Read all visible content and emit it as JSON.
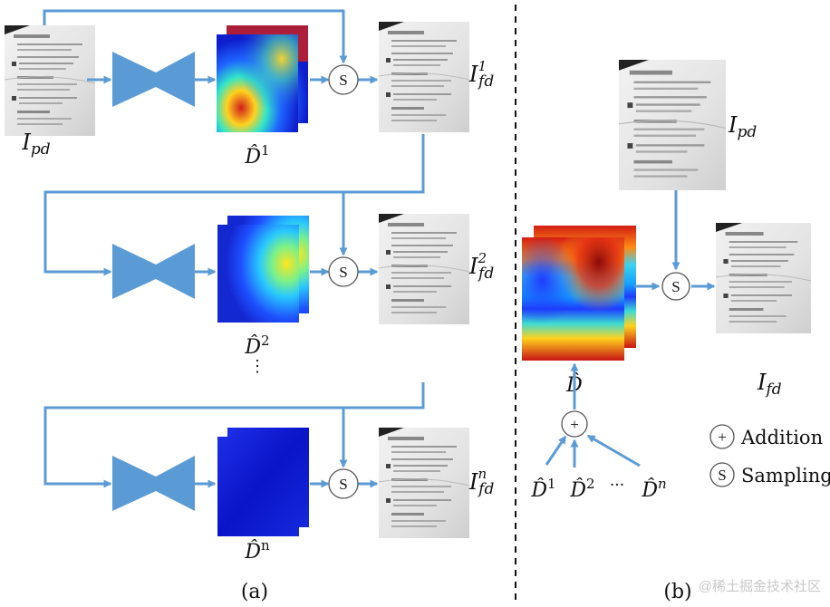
{
  "colors": {
    "arrow": "#5b9bd5",
    "encoder": "#5b9bd5",
    "paper": "#ececec",
    "ink": "#111111"
  },
  "panel_a": {
    "caption": "(a)",
    "rows": [
      {
        "input_label": "I",
        "input_sub": "pd",
        "map_label": "D̂",
        "map_sup": "1",
        "output_label": "I",
        "output_sup": "1",
        "output_sub": "fd"
      },
      {
        "map_label": "D̂",
        "map_sup": "2",
        "output_label": "I",
        "output_sup": "2",
        "output_sub": "fd"
      },
      {
        "map_label": "D̂",
        "map_sup": "n",
        "output_label": "I",
        "output_sup": "n",
        "output_sub": "fd"
      }
    ],
    "ellipsis": "⋮",
    "sampling_symbol": "S"
  },
  "panel_b": {
    "caption": "(b)",
    "input_label": "I",
    "input_sub": "pd",
    "output_label": "I",
    "output_sub": "fd",
    "map_label": "D̂",
    "sum_inputs": [
      {
        "label": "D̂",
        "sup": "1"
      },
      {
        "label": "D̂",
        "sup": "2"
      },
      {
        "label": "D̂",
        "sup": "n"
      }
    ],
    "sum_ellipsis": "···",
    "addition_symbol": "+",
    "sampling_symbol": "S"
  },
  "legend": [
    {
      "symbol": "+",
      "text": "Addition"
    },
    {
      "symbol": "S",
      "text": "Sampling"
    }
  ],
  "watermark": "@稀土掘金技术社区"
}
